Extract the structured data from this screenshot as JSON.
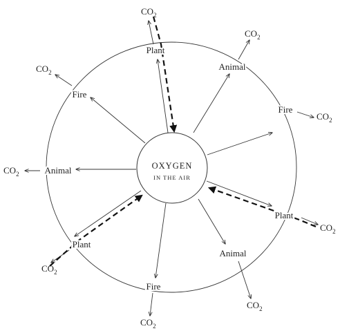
{
  "center": {
    "title": "OXYGEN",
    "subtitle": "IN THE AIR"
  },
  "nodes": [
    {
      "id": "plant-top",
      "label": "Plant"
    },
    {
      "id": "animal-ne",
      "label": "Animal"
    },
    {
      "id": "fire-e",
      "label": "Fire"
    },
    {
      "id": "plant-se",
      "label": "Plant"
    },
    {
      "id": "animal-s",
      "label": "Animal"
    },
    {
      "id": "fire-s",
      "label": "Fire"
    },
    {
      "id": "plant-sw",
      "label": "Plant"
    },
    {
      "id": "animal-w",
      "label": "Animal"
    },
    {
      "id": "fire-nw",
      "label": "Fire"
    }
  ],
  "co2": {
    "main": "CO",
    "sub": "2"
  }
}
